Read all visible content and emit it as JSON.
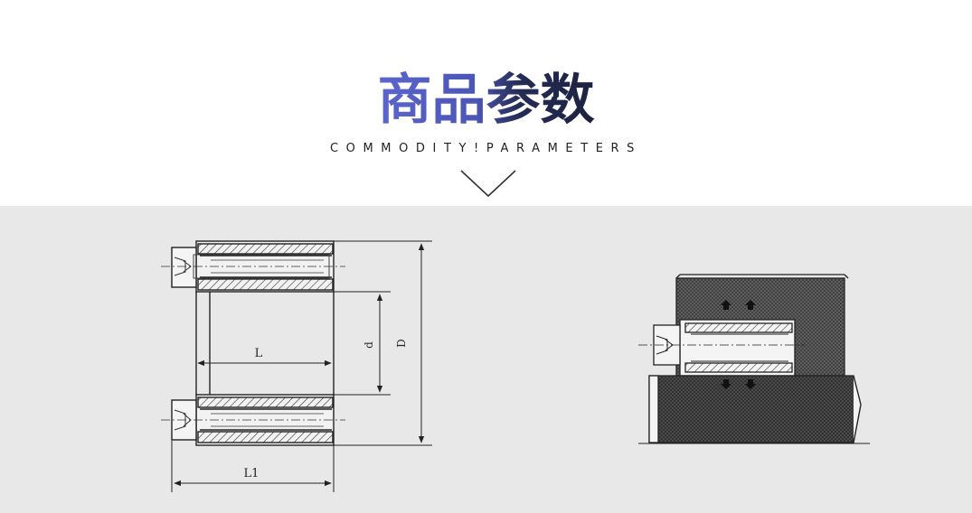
{
  "header": {
    "title": "商品参数",
    "subtitle": "COMMODITY!PARAMETERS"
  },
  "diagram_left": {
    "label_L": "L",
    "label_d": "d",
    "label_D": "D",
    "label_L1": "L1"
  },
  "diagram_right": {},
  "colors": {
    "title_blue": "#5b65cc",
    "title_dark": "#1d2240",
    "band_background": "#e8e8e8"
  }
}
